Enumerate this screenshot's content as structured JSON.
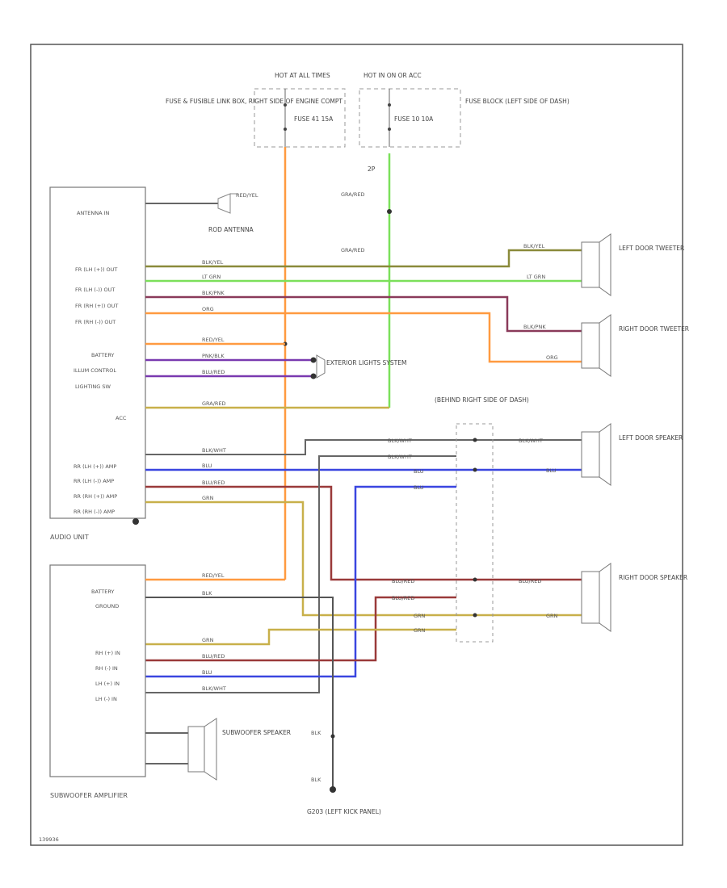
{
  "sources": {
    "fuse_left_hot": "HOT AT ALL TIMES",
    "fuse_left_name": "FUSE & FUSIBLE LINK BOX, RIGHT SIDE OF ENGINE COMPT",
    "fuse_left_rating": "FUSE 41 15A",
    "fuse_right_hot": "HOT IN ON OR ACC",
    "fuse_right_name": "FUSE BLOCK (LEFT SIDE OF DASH)",
    "fuse_right_rating": "FUSE 10 10A",
    "splice_label": "2P"
  },
  "audio_unit": {
    "caption": "AUDIO UNIT",
    "pins": [
      "ANTENNA IN",
      "FR (LH (+)) OUT",
      "FR (LH (-)) OUT",
      "FR (RH (+)) OUT",
      "FR (RH (-)) OUT",
      "BATTERY",
      "ILLUM CONTROL",
      "LIGHTING SW",
      "ACC",
      "RR (LH (+)) AMP",
      "RR (LH (-)) AMP",
      "RR (RH (+)) AMP",
      "RR (RH (-)) AMP"
    ],
    "antenna": "ROD ANTENNA"
  },
  "wires": {
    "antenna": "RED/YEL",
    "ft_lh_pos": "BLK/YEL",
    "ft_lh_neg": "LT GRN",
    "ft_rh_pos": "BLK/PNK",
    "ft_rh_neg": "ORG",
    "battery": "RED/YEL",
    "illum": "PNK/BLK",
    "lighting": "BLU/RED",
    "acc": "GRA/RED",
    "rr_lh_pos": "BLK/WHT",
    "rr_lh_neg": "BLU",
    "rr_rh_pos": "BLU/RED",
    "rr_rh_neg": "GRN",
    "ground": "BLK"
  },
  "components": {
    "lt_tweeter": "LEFT DOOR TWEETER",
    "rt_tweeter": "RIGHT DOOR TWEETER",
    "lt_speaker": "LEFT DOOR SPEAKER",
    "rt_speaker": "RIGHT DOOR SPEAKER",
    "ext_lights": "EXTERIOR LIGHTS SYSTEM",
    "connector": "(BEHIND RIGHT SIDE OF DASH)",
    "subwoofer": "SUBWOOFER SPEAKER",
    "ground_point": "G203 (LEFT KICK PANEL)"
  },
  "amp": {
    "caption": "SUBWOOFER AMPLIFIER",
    "pins": [
      "BATTERY",
      "GROUND",
      "RH (+) IN",
      "RH (-) IN",
      "LH (+) IN",
      "LH (-) IN"
    ]
  },
  "colors": {
    "orange": "#ff9a40",
    "green": "#7be05a",
    "olive": "#8a8a3a",
    "maroon": "#8a3a5a",
    "purple": "#7a3ab0",
    "blue": "#3a46e0",
    "brownred": "#9a3a3a",
    "tan": "#c8b04a",
    "gray": "#666666"
  },
  "footer": "139936"
}
